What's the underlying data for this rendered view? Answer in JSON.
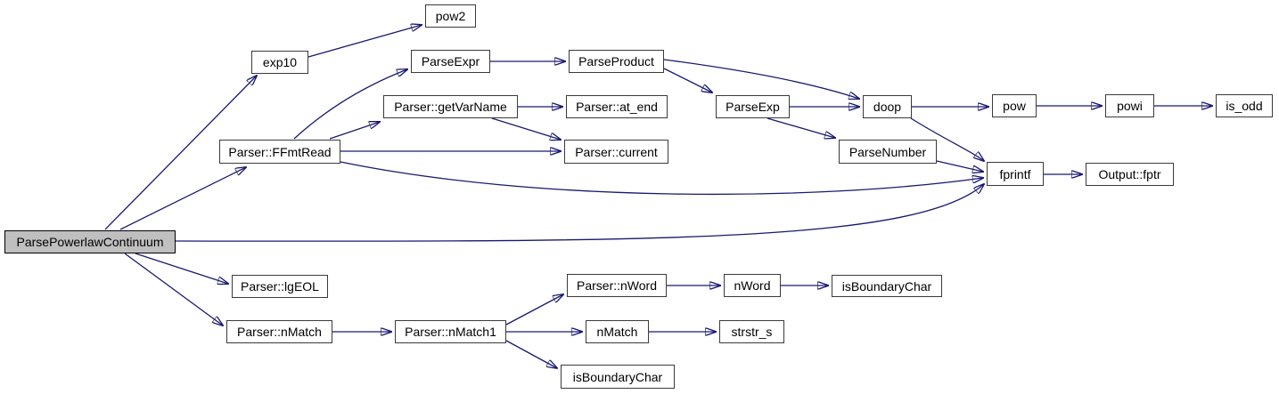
{
  "graph": {
    "kind": "doxygen-call-graph",
    "root_label": "ParsePowerlawContinuum",
    "colors": {
      "edge": "#191970",
      "node_border": "#3a3a3a",
      "node_fill": "#ffffff",
      "root_fill": "#bfbfbf",
      "background": "#ffffff",
      "text": "#000000"
    }
  },
  "nodes": [
    {
      "id": "parse-powerlaw-continuum",
      "label": "ParsePowerlawContinuum",
      "is_root": true
    },
    {
      "id": "exp10",
      "label": "exp10",
      "is_root": false
    },
    {
      "id": "pow2",
      "label": "pow2",
      "is_root": false
    },
    {
      "id": "parse-expr",
      "label": "ParseExpr",
      "is_root": false
    },
    {
      "id": "parse-product",
      "label": "ParseProduct",
      "is_root": false
    },
    {
      "id": "parser-get-var-name",
      "label": "Parser::getVarName",
      "is_root": false
    },
    {
      "id": "parser-at-end",
      "label": "Parser::at_end",
      "is_root": false
    },
    {
      "id": "parse-exp",
      "label": "ParseExp",
      "is_root": false
    },
    {
      "id": "doop",
      "label": "doop",
      "is_root": false
    },
    {
      "id": "pow",
      "label": "pow",
      "is_root": false
    },
    {
      "id": "powi",
      "label": "powi",
      "is_root": false
    },
    {
      "id": "is-odd",
      "label": "is_odd",
      "is_root": false
    },
    {
      "id": "parser-ffmt-read",
      "label": "Parser::FFmtRead",
      "is_root": false
    },
    {
      "id": "parser-current",
      "label": "Parser::current",
      "is_root": false
    },
    {
      "id": "parse-number",
      "label": "ParseNumber",
      "is_root": false
    },
    {
      "id": "fprintf",
      "label": "fprintf",
      "is_root": false
    },
    {
      "id": "output-fptr",
      "label": "Output::fptr",
      "is_root": false
    },
    {
      "id": "parser-lg-eol",
      "label": "Parser::lgEOL",
      "is_root": false
    },
    {
      "id": "parser-n-match",
      "label": "Parser::nMatch",
      "is_root": false
    },
    {
      "id": "parser-n-match1",
      "label": "Parser::nMatch1",
      "is_root": false
    },
    {
      "id": "parser-n-word",
      "label": "Parser::nWord",
      "is_root": false
    },
    {
      "id": "n-word",
      "label": "nWord",
      "is_root": false
    },
    {
      "id": "is-boundary-char-1",
      "label": "isBoundaryChar",
      "is_root": false
    },
    {
      "id": "n-match",
      "label": "nMatch",
      "is_root": false
    },
    {
      "id": "strstr-s",
      "label": "strstr_s",
      "is_root": false
    },
    {
      "id": "is-boundary-char-2",
      "label": "isBoundaryChar",
      "is_root": false
    }
  ],
  "edges": [
    {
      "from": "parse-powerlaw-continuum",
      "to": "exp10"
    },
    {
      "from": "parse-powerlaw-continuum",
      "to": "parser-ffmt-read"
    },
    {
      "from": "parse-powerlaw-continuum",
      "to": "fprintf"
    },
    {
      "from": "parse-powerlaw-continuum",
      "to": "parser-lg-eol"
    },
    {
      "from": "parse-powerlaw-continuum",
      "to": "parser-n-match"
    },
    {
      "from": "exp10",
      "to": "pow2"
    },
    {
      "from": "parser-ffmt-read",
      "to": "parse-expr"
    },
    {
      "from": "parser-ffmt-read",
      "to": "parser-get-var-name"
    },
    {
      "from": "parser-ffmt-read",
      "to": "parser-current"
    },
    {
      "from": "parser-ffmt-read",
      "to": "fprintf"
    },
    {
      "from": "parse-expr",
      "to": "parse-product"
    },
    {
      "from": "parse-product",
      "to": "parse-exp"
    },
    {
      "from": "parse-product",
      "to": "doop"
    },
    {
      "from": "parser-get-var-name",
      "to": "parser-at-end"
    },
    {
      "from": "parser-get-var-name",
      "to": "parser-current"
    },
    {
      "from": "parse-exp",
      "to": "doop"
    },
    {
      "from": "parse-exp",
      "to": "parse-number"
    },
    {
      "from": "doop",
      "to": "pow"
    },
    {
      "from": "doop",
      "to": "fprintf"
    },
    {
      "from": "pow",
      "to": "powi"
    },
    {
      "from": "powi",
      "to": "is-odd"
    },
    {
      "from": "parse-number",
      "to": "fprintf"
    },
    {
      "from": "fprintf",
      "to": "output-fptr"
    },
    {
      "from": "parser-n-match",
      "to": "parser-n-match1"
    },
    {
      "from": "parser-n-match1",
      "to": "parser-n-word"
    },
    {
      "from": "parser-n-match1",
      "to": "n-match"
    },
    {
      "from": "parser-n-match1",
      "to": "is-boundary-char-2"
    },
    {
      "from": "parser-n-word",
      "to": "n-word"
    },
    {
      "from": "n-word",
      "to": "is-boundary-char-1"
    },
    {
      "from": "n-match",
      "to": "strstr-s"
    }
  ]
}
